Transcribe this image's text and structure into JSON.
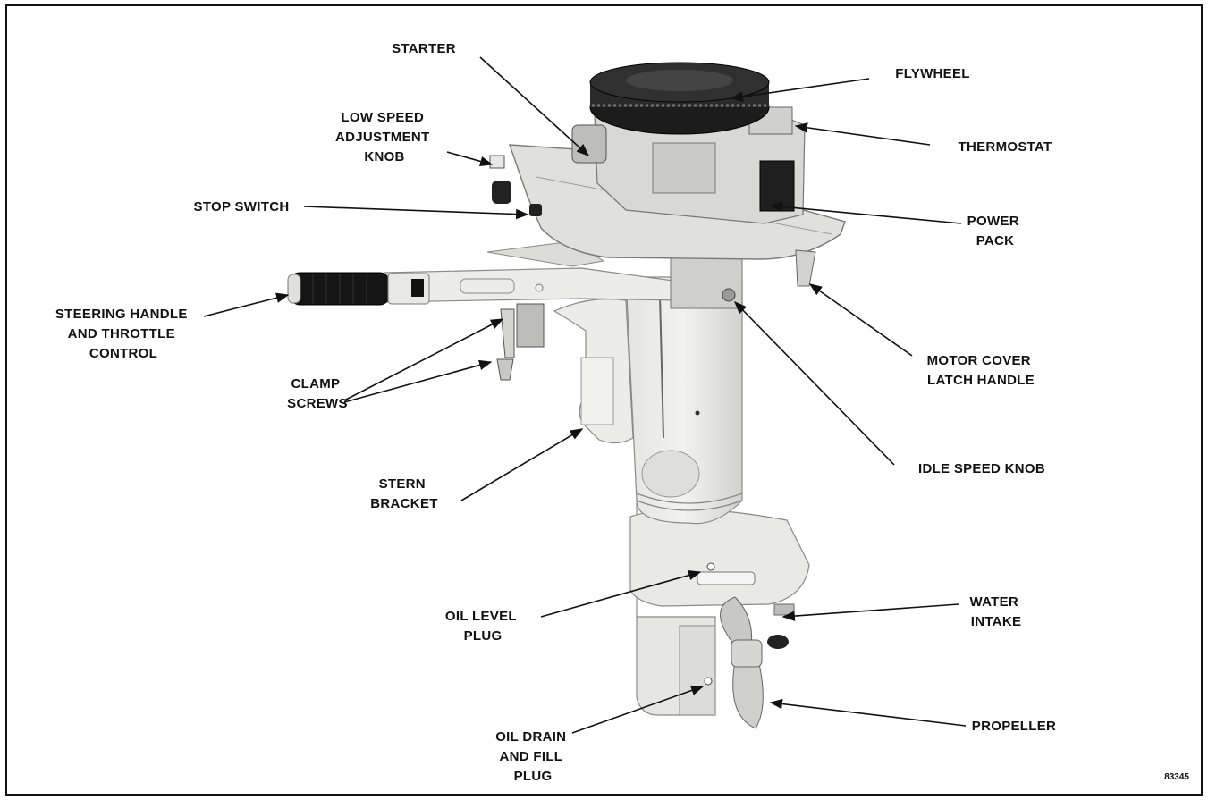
{
  "diagram": {
    "figure_number": "83345",
    "labels": {
      "starter": [
        "STARTER"
      ],
      "flywheel": [
        "FLYWHEEL"
      ],
      "low_speed_knob": [
        "LOW SPEED",
        "ADJUSTMENT",
        "KNOB"
      ],
      "thermostat": [
        "THERMOSTAT"
      ],
      "stop_switch": [
        "STOP SWITCH"
      ],
      "power_pack": [
        "POWER",
        "PACK"
      ],
      "steering_handle": [
        "STEERING HANDLE",
        "AND THROTTLE",
        "CONTROL"
      ],
      "motor_cover_latch": [
        "MOTOR COVER",
        "LATCH HANDLE"
      ],
      "clamp_screws": [
        "CLAMP",
        "SCREWS"
      ],
      "idle_speed_knob": [
        "IDLE SPEED KNOB"
      ],
      "stern_bracket": [
        "STERN",
        "BRACKET"
      ],
      "oil_level_plug": [
        "OIL LEVEL",
        "PLUG"
      ],
      "water_intake": [
        "WATER",
        "INTAKE"
      ],
      "propeller": [
        "PROPELLER"
      ],
      "oil_drain_fill_plug": [
        "OIL DRAIN",
        "AND FILL",
        "PLUG"
      ]
    }
  }
}
